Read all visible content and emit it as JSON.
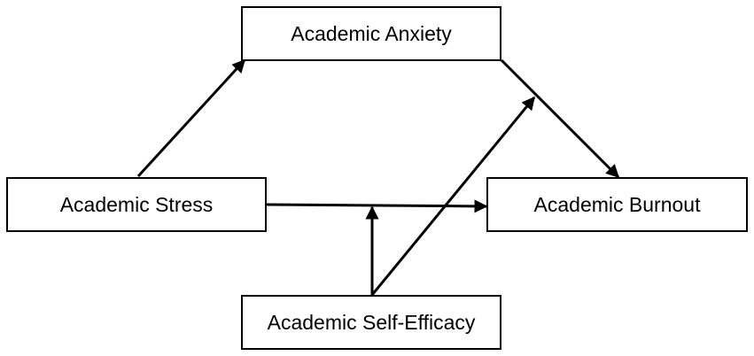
{
  "nodes": {
    "anxiety": "Academic Anxiety",
    "stress": "Academic Stress",
    "burnout": "Academic Burnout",
    "efficacy": "Academic Self-Efficacy"
  },
  "edges": [
    {
      "from": "stress",
      "to": "anxiety"
    },
    {
      "from": "anxiety",
      "to": "burnout"
    },
    {
      "from": "stress",
      "to": "burnout"
    },
    {
      "from": "efficacy",
      "to": "stress-burnout-path"
    },
    {
      "from": "efficacy",
      "to": "anxiety-burnout-path"
    }
  ],
  "colors": {
    "stroke": "#000000",
    "background": "#ffffff"
  }
}
